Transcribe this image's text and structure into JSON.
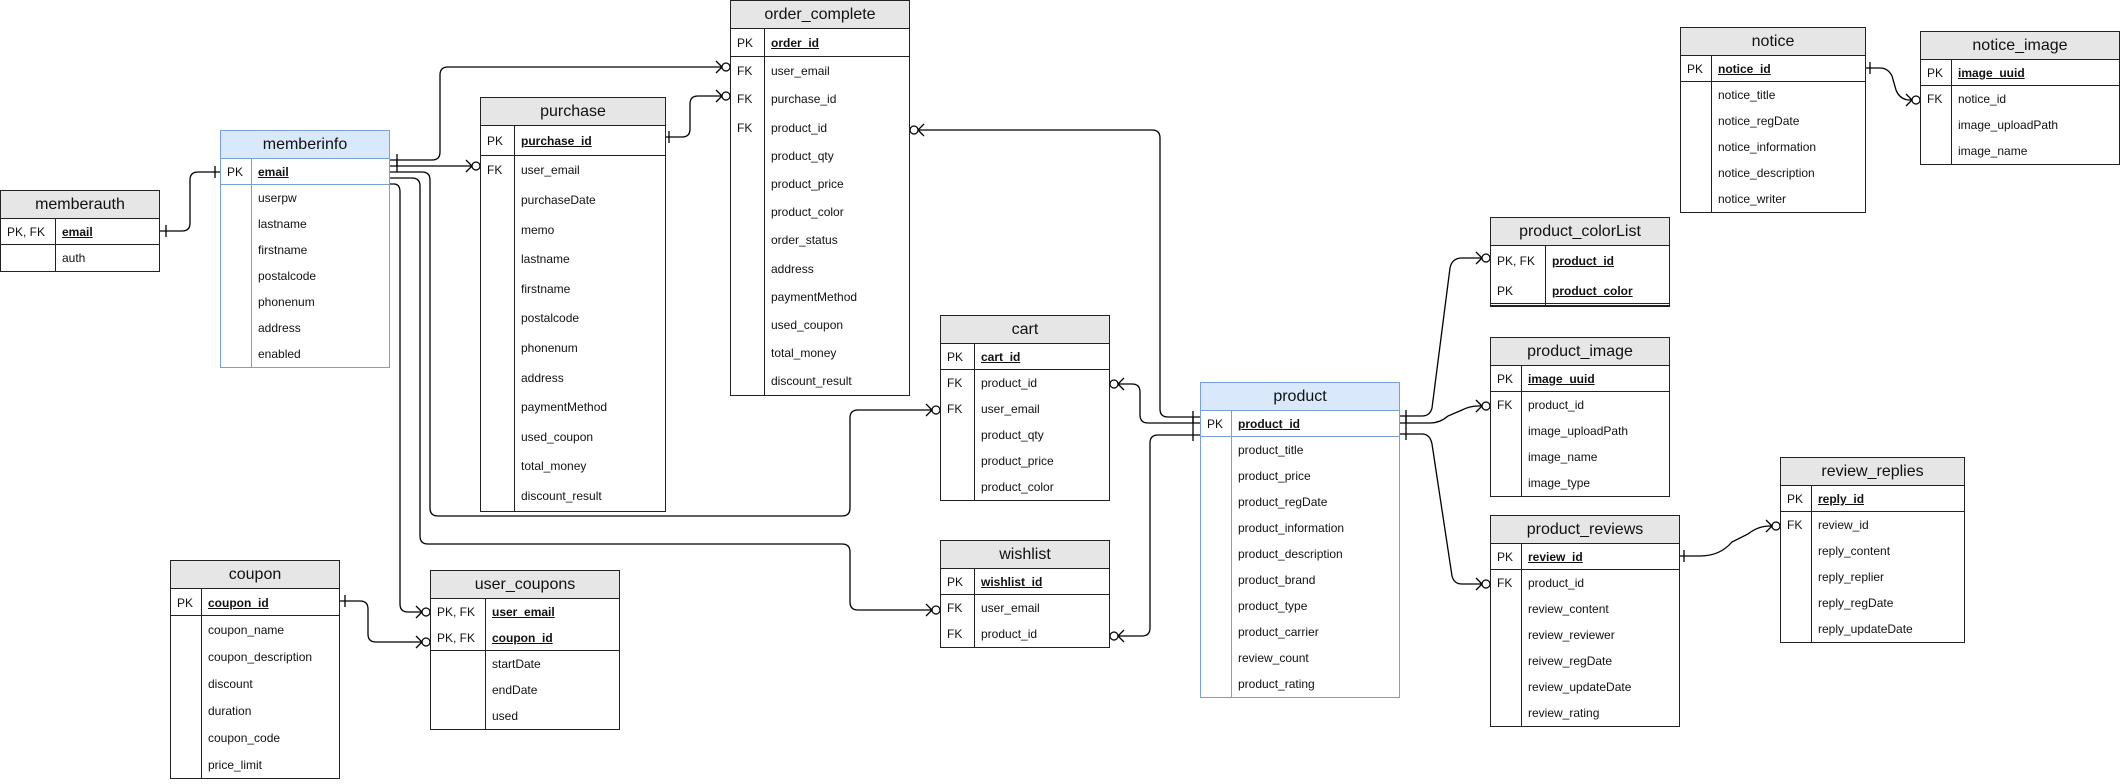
{
  "entities": {
    "memberauth": {
      "title": "memberauth",
      "pk": [
        {
          "key": "PK, FK",
          "name": "email"
        }
      ],
      "fields": [
        {
          "key": "",
          "name": "auth"
        }
      ]
    },
    "memberinfo": {
      "title": "memberinfo",
      "pk": [
        {
          "key": "PK",
          "name": "email"
        }
      ],
      "fields": [
        {
          "key": "",
          "name": "userpw"
        },
        {
          "key": "",
          "name": "lastname"
        },
        {
          "key": "",
          "name": "firstname"
        },
        {
          "key": "",
          "name": "postalcode"
        },
        {
          "key": "",
          "name": "phonenum"
        },
        {
          "key": "",
          "name": "address"
        },
        {
          "key": "",
          "name": "enabled"
        }
      ]
    },
    "purchase": {
      "title": "purchase",
      "pk": [
        {
          "key": "PK",
          "name": "purchase_id"
        }
      ],
      "fields": [
        {
          "key": "FK",
          "name": "user_email"
        },
        {
          "key": "",
          "name": "purchaseDate"
        },
        {
          "key": "",
          "name": "memo"
        },
        {
          "key": "",
          "name": "lastname"
        },
        {
          "key": "",
          "name": "firstname"
        },
        {
          "key": "",
          "name": "postalcode"
        },
        {
          "key": "",
          "name": "phonenum"
        },
        {
          "key": "",
          "name": "address"
        },
        {
          "key": "",
          "name": "paymentMethod"
        },
        {
          "key": "",
          "name": "used_coupon"
        },
        {
          "key": "",
          "name": "total_money"
        },
        {
          "key": "",
          "name": "discount_result"
        }
      ]
    },
    "order_complete": {
      "title": "order_complete",
      "pk": [
        {
          "key": "PK",
          "name": "order_id"
        }
      ],
      "fields": [
        {
          "key": "FK",
          "name": "user_email"
        },
        {
          "key": "FK",
          "name": "purchase_id"
        },
        {
          "key": "FK",
          "name": "product_id"
        },
        {
          "key": "",
          "name": "product_qty"
        },
        {
          "key": "",
          "name": "product_price"
        },
        {
          "key": "",
          "name": "product_color"
        },
        {
          "key": "",
          "name": "order_status"
        },
        {
          "key": "",
          "name": "address"
        },
        {
          "key": "",
          "name": "paymentMethod"
        },
        {
          "key": "",
          "name": "used_coupon"
        },
        {
          "key": "",
          "name": "total_money"
        },
        {
          "key": "",
          "name": "discount_result"
        }
      ]
    },
    "cart": {
      "title": "cart",
      "pk": [
        {
          "key": "PK",
          "name": "cart_id"
        }
      ],
      "fields": [
        {
          "key": "FK",
          "name": "product_id"
        },
        {
          "key": "FK",
          "name": "user_email"
        },
        {
          "key": "",
          "name": "product_qty"
        },
        {
          "key": "",
          "name": "product_price"
        },
        {
          "key": "",
          "name": "product_color"
        }
      ]
    },
    "wishlist": {
      "title": "wishlist",
      "pk": [
        {
          "key": "PK",
          "name": "wishlist_id"
        }
      ],
      "fields": [
        {
          "key": "FK",
          "name": "user_email"
        },
        {
          "key": "FK",
          "name": "product_id"
        }
      ]
    },
    "product": {
      "title": "product",
      "pk": [
        {
          "key": "PK",
          "name": "product_id"
        }
      ],
      "fields": [
        {
          "key": "",
          "name": "product_title"
        },
        {
          "key": "",
          "name": "product_price"
        },
        {
          "key": "",
          "name": "product_regDate"
        },
        {
          "key": "",
          "name": "product_information"
        },
        {
          "key": "",
          "name": "product_description"
        },
        {
          "key": "",
          "name": "product_brand"
        },
        {
          "key": "",
          "name": "product_type"
        },
        {
          "key": "",
          "name": "product_carrier"
        },
        {
          "key": "",
          "name": "review_count"
        },
        {
          "key": "",
          "name": "product_rating"
        }
      ]
    },
    "coupon": {
      "title": "coupon",
      "pk": [
        {
          "key": "PK",
          "name": "coupon_id"
        }
      ],
      "fields": [
        {
          "key": "",
          "name": "coupon_name"
        },
        {
          "key": "",
          "name": "coupon_description"
        },
        {
          "key": "",
          "name": "discount"
        },
        {
          "key": "",
          "name": "duration"
        },
        {
          "key": "",
          "name": "coupon_code"
        },
        {
          "key": "",
          "name": "price_limit"
        }
      ]
    },
    "user_coupons": {
      "title": "user_coupons",
      "pk": [
        {
          "key": "PK, FK",
          "name": "user_email"
        },
        {
          "key": "PK, FK",
          "name": "coupon_id"
        }
      ],
      "fields": [
        {
          "key": "",
          "name": "startDate"
        },
        {
          "key": "",
          "name": "endDate"
        },
        {
          "key": "",
          "name": "used"
        }
      ]
    },
    "notice": {
      "title": "notice",
      "pk": [
        {
          "key": "PK",
          "name": "notice_id"
        }
      ],
      "fields": [
        {
          "key": "",
          "name": "notice_title"
        },
        {
          "key": "",
          "name": "notice_regDate"
        },
        {
          "key": "",
          "name": "notice_information"
        },
        {
          "key": "",
          "name": "notice_description"
        },
        {
          "key": "",
          "name": "notice_writer"
        }
      ]
    },
    "notice_image": {
      "title": "notice_image",
      "pk": [
        {
          "key": "PK",
          "name": "image_uuid"
        }
      ],
      "fields": [
        {
          "key": "FK",
          "name": "notice_id"
        },
        {
          "key": "",
          "name": "image_uploadPath"
        },
        {
          "key": "",
          "name": "image_name"
        }
      ]
    },
    "product_colorList": {
      "title": "product_colorList",
      "pk": [
        {
          "key": "PK, FK",
          "name": "product_id"
        },
        {
          "key": "PK",
          "name": "product_color"
        }
      ],
      "fields": []
    },
    "product_image": {
      "title": "product_image",
      "pk": [
        {
          "key": "PK",
          "name": "image_uuid"
        }
      ],
      "fields": [
        {
          "key": "FK",
          "name": "product_id"
        },
        {
          "key": "",
          "name": "image_uploadPath"
        },
        {
          "key": "",
          "name": "image_name"
        },
        {
          "key": "",
          "name": "image_type"
        }
      ]
    },
    "product_reviews": {
      "title": "product_reviews",
      "pk": [
        {
          "key": "PK",
          "name": "review_id"
        }
      ],
      "fields": [
        {
          "key": "FK",
          "name": "product_id"
        },
        {
          "key": "",
          "name": "review_content"
        },
        {
          "key": "",
          "name": "review_reviewer"
        },
        {
          "key": "",
          "name": "reivew_regDate"
        },
        {
          "key": "",
          "name": "review_updateDate"
        },
        {
          "key": "",
          "name": "review_rating"
        }
      ]
    },
    "review_replies": {
      "title": "review_replies",
      "pk": [
        {
          "key": "PK",
          "name": "reply_id"
        }
      ],
      "fields": [
        {
          "key": "FK",
          "name": "review_id"
        },
        {
          "key": "",
          "name": "reply_content"
        },
        {
          "key": "",
          "name": "reply_replier"
        },
        {
          "key": "",
          "name": "reply_regDate"
        },
        {
          "key": "",
          "name": "reply_updateDate"
        }
      ]
    }
  }
}
